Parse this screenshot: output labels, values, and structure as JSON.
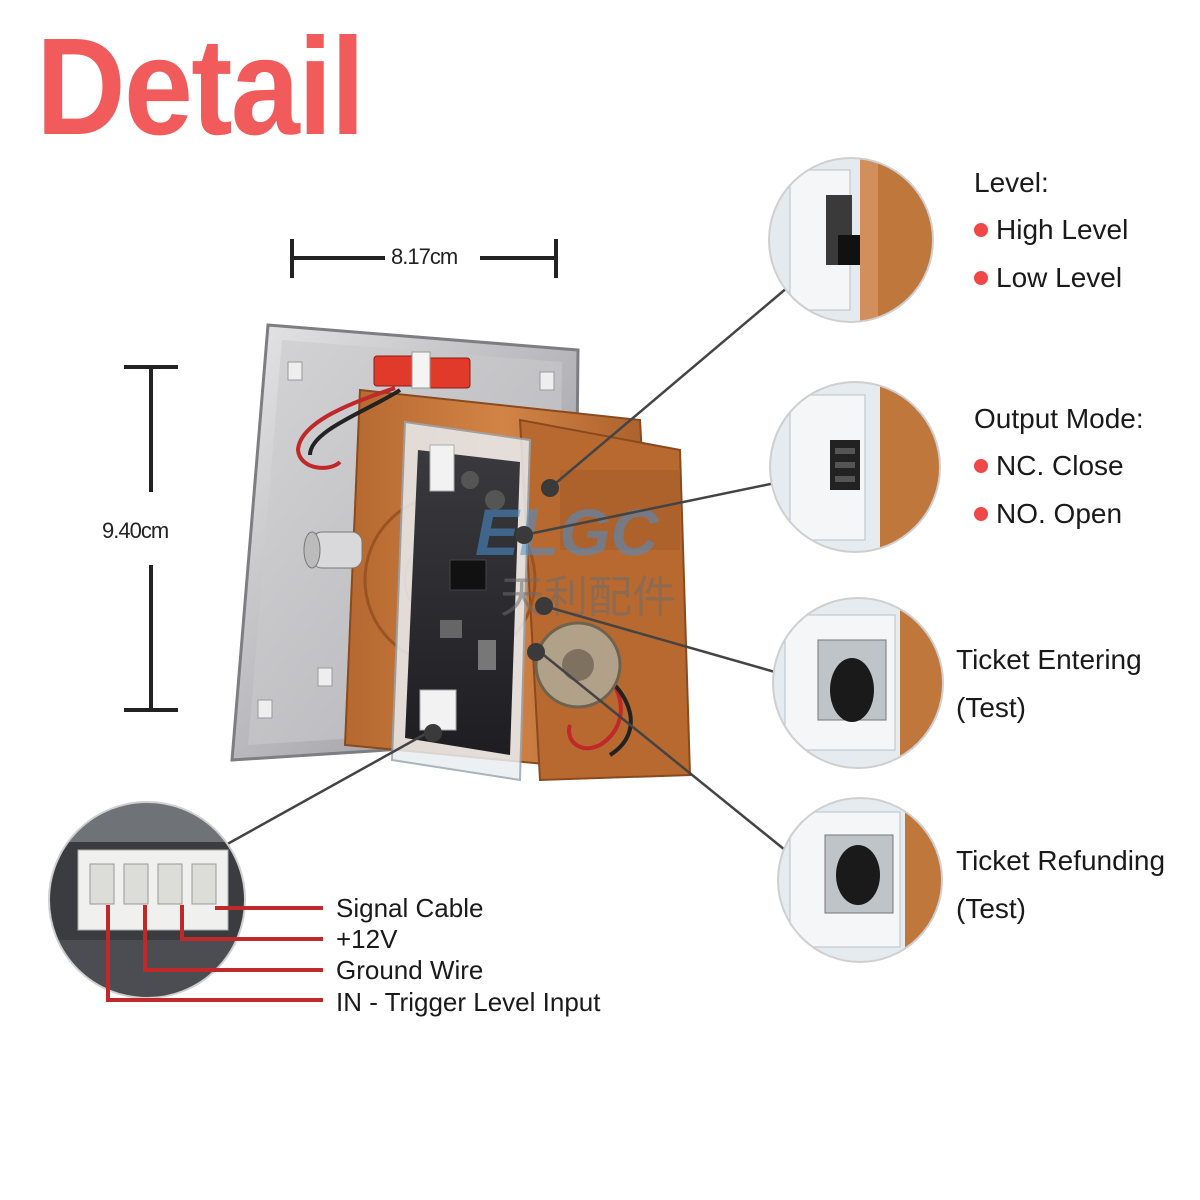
{
  "title": "Detail",
  "dimensions": {
    "width": "8.17cm",
    "height": "9.40cm"
  },
  "watermark": {
    "logo": "ELGC",
    "chinese": "天利配件"
  },
  "level": {
    "heading": "Level:",
    "options": [
      "High Level",
      "Low Level"
    ]
  },
  "output_mode": {
    "heading": "Output Mode:",
    "options": [
      "NC. Close",
      "NO. Open"
    ]
  },
  "ticket_entering": {
    "line1": "Ticket Entering",
    "line2": "(Test)"
  },
  "ticket_refunding": {
    "line1": "Ticket Refunding",
    "line2": "(Test)"
  },
  "connector_wires": [
    "Signal Cable",
    "+12V",
    "Ground Wire",
    "IN - Trigger Level Input"
  ],
  "colors": {
    "title": "#f25b5b",
    "bullet": "#f04848",
    "housing": "#c8773a",
    "wire": "#c0282a"
  }
}
